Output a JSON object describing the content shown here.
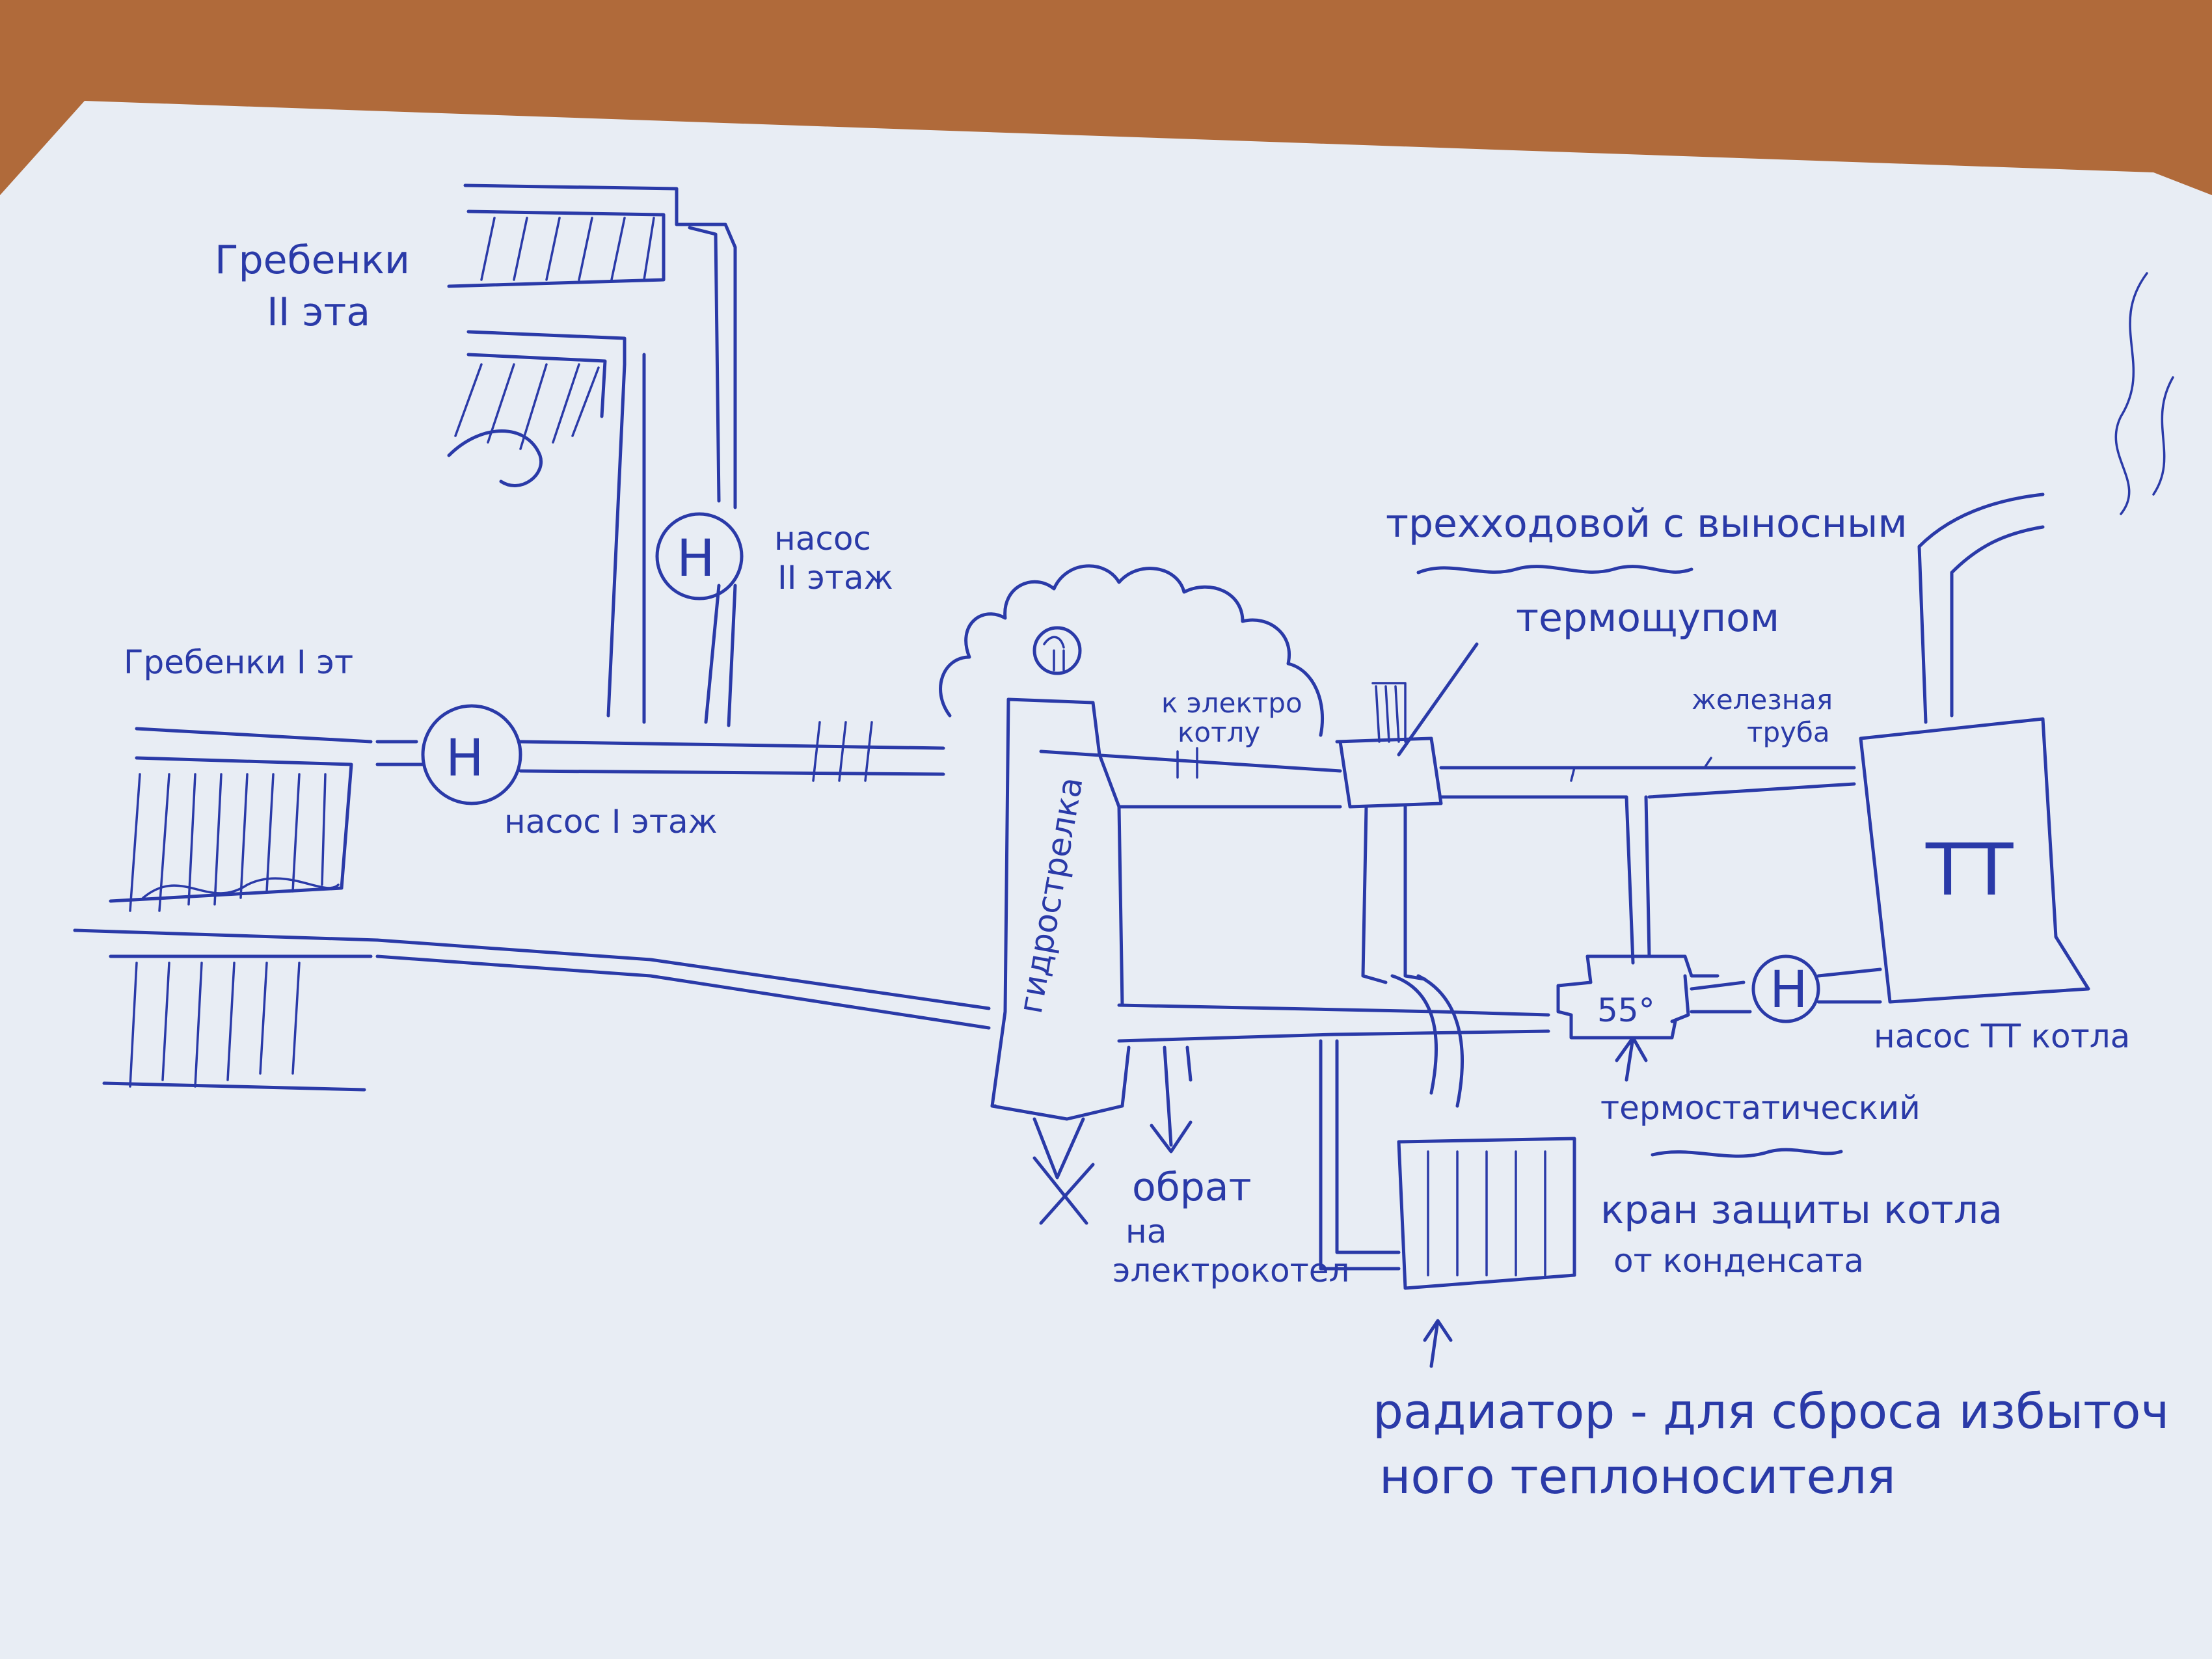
{
  "colors": {
    "desk": "#b06a3a",
    "paper": "#e8edf4",
    "ink": "#2a3aa8"
  },
  "icons": {
    "pump": "circle-letter-H",
    "radiator": "hatched-rectangle",
    "boiler": "box",
    "chimney": "pipe-with-smoke",
    "valve": "crossed-arrow",
    "thermostatic-valve": "box-with-temperature"
  },
  "labels": {
    "floor2_manifold_line1": "Гребенки",
    "floor2_manifold_line2": "II эта",
    "floor2_pump": "насос",
    "floor2_pump_line2": "II этаж",
    "floor1_manifold": "Гребенки I эт",
    "floor1_pump": "насос I этаж",
    "hydro_arrow": "гидрострелка",
    "to_electro_boiler_line1": "к электро",
    "to_electro_boiler_line2": "котлу",
    "three_way_valve_line1": "трехходовой с выносным",
    "three_way_valve_line2": "термощупом",
    "iron_pipe_line1": "железная",
    "iron_pipe_line2": "труба",
    "boiler": "ТТ",
    "tt_pump": "насос ТТ котла",
    "thermostatic_line1": "термостатический",
    "protect_line1": "кран защиты котла",
    "protect_line2": "от конденсата",
    "return_line1": "обрат",
    "return_line2": "на",
    "return_line3": "электрокотел",
    "dump_line1": "радиатор - для сброса избыточ",
    "dump_line2": "ного теплоносителя",
    "temperature": "55°",
    "pump_letter": "Н"
  }
}
